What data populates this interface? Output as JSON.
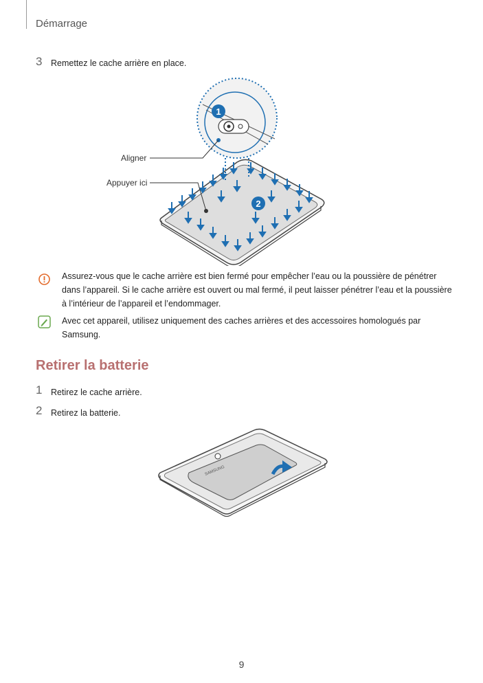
{
  "header": {
    "title": "Démarrage"
  },
  "step3": {
    "number": "3",
    "text": "Remettez le cache arrière en place."
  },
  "figure1": {
    "callout_align": "Aligner",
    "callout_press": "Appuyer ici",
    "badge1": "1",
    "badge2": "2",
    "accent_color": "#1f6fb2"
  },
  "caution": {
    "icon": "caution-icon",
    "color": "#e36b2c",
    "text": "Assurez-vous que le cache arrière est bien fermé pour empêcher l’eau ou la poussière de pénétrer dans l’appareil. Si le cache arrière est ouvert ou mal fermé, il peut laisser pénétrer l’eau et la poussière à l’intérieur de l’appareil et l’endommager."
  },
  "note": {
    "icon": "note-icon",
    "color": "#6aa84f",
    "text": "Avec cet appareil, utilisez uniquement des caches arrières et des accessoires homologués par Samsung."
  },
  "section": {
    "title": "Retirer la batterie",
    "steps": [
      {
        "number": "1",
        "text": "Retirez le cache arrière."
      },
      {
        "number": "2",
        "text": "Retirez la batterie."
      }
    ]
  },
  "figure2": {
    "battery_label": "SAMSUNG"
  },
  "page_number": "9"
}
